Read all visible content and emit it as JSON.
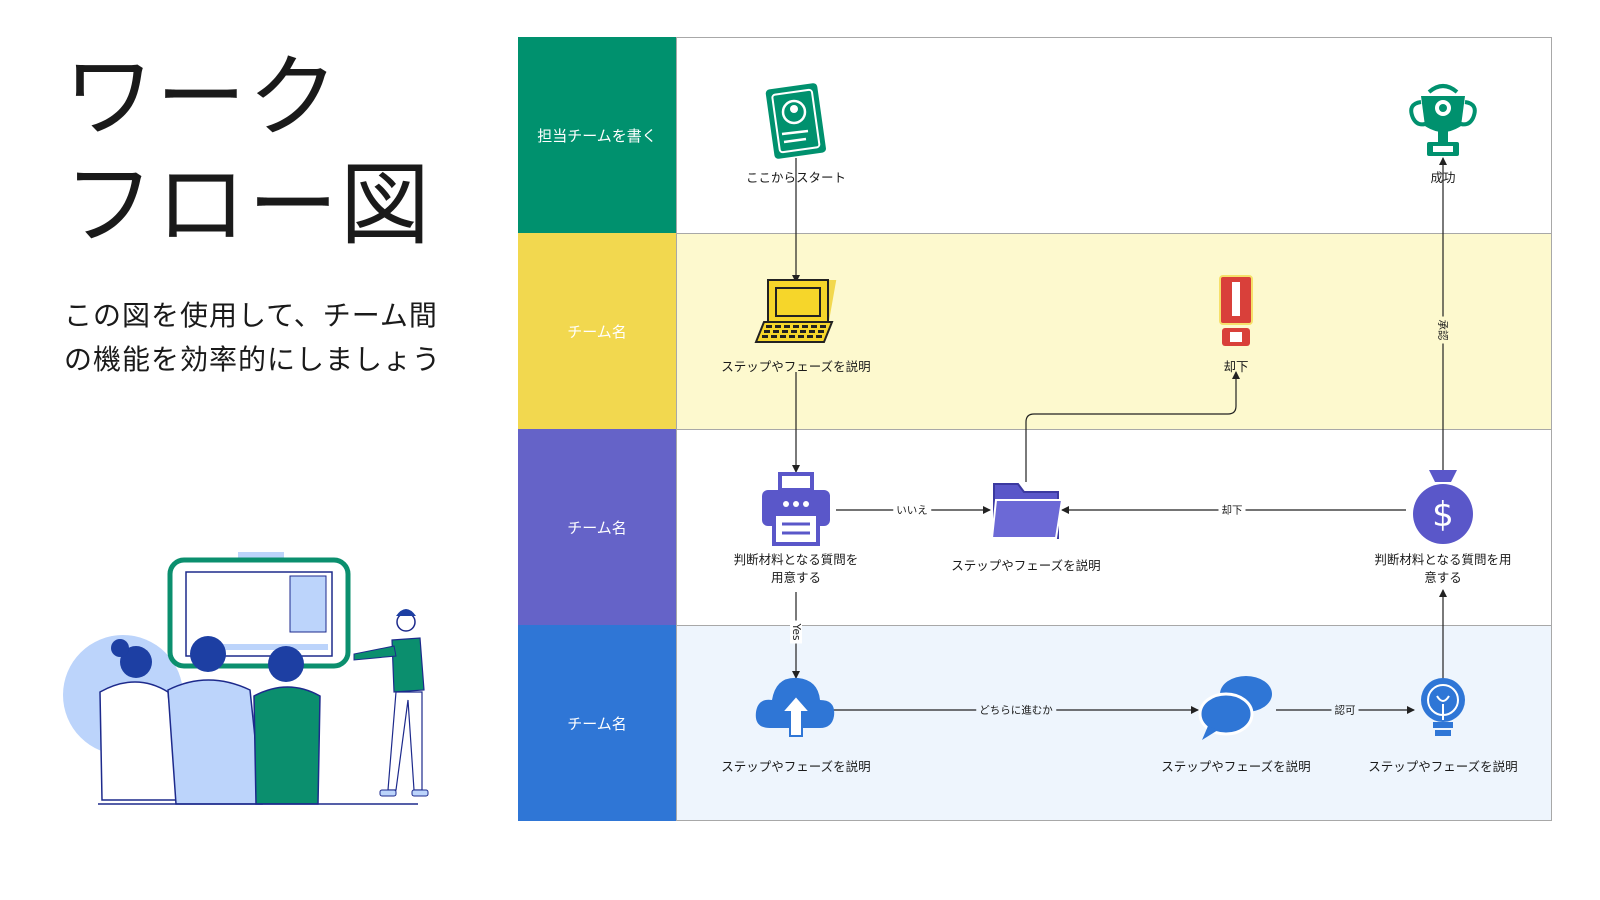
{
  "title": {
    "line1": "ワーク",
    "line2": "フロー図"
  },
  "subtitle": {
    "line1": "この図を使用して、チーム間",
    "line2": "の機能を効率的にしましょう"
  },
  "colors": {
    "green": "#00916e",
    "yellow": "#f2d84f",
    "purple": "#6563c8",
    "blue": "#2f76d6",
    "yellow_bg": "#fdf9ce",
    "blue_bg": "#eef5fd",
    "red": "#d9403a",
    "icon_purple": "#5a57c9",
    "icon_blue": "#2f76d6"
  },
  "lanes": [
    {
      "label": "担当チームを書く",
      "color": "#00916e",
      "bg": "#ffffff"
    },
    {
      "label": "チーム名",
      "color": "#f2d84f",
      "bg": "#fdf9ce"
    },
    {
      "label": "チーム名",
      "color": "#6563c8",
      "bg": "#ffffff"
    },
    {
      "label": "チーム名",
      "color": "#2f76d6",
      "bg": "#eef5fd"
    }
  ],
  "nodes": [
    {
      "id": "start",
      "icon": "id-card-icon",
      "label": "ここからスタート"
    },
    {
      "id": "success",
      "icon": "trophy-icon",
      "label": "成功"
    },
    {
      "id": "laptop",
      "icon": "laptop-icon",
      "label": "ステップやフェーズを説明"
    },
    {
      "id": "reject",
      "icon": "exclamation-icon",
      "label": "却下"
    },
    {
      "id": "printer",
      "icon": "printer-icon",
      "label": "判断材料となる質問を\n用意する"
    },
    {
      "id": "folder",
      "icon": "folder-icon",
      "label": "ステップやフェーズを説明"
    },
    {
      "id": "moneybag",
      "icon": "money-bag-icon",
      "label": "判断材料となる質問を用\n意する"
    },
    {
      "id": "cloud",
      "icon": "cloud-upload-icon",
      "label": "ステップやフェーズを説明"
    },
    {
      "id": "chat",
      "icon": "chat-bubbles-icon",
      "label": "ステップやフェーズを説明"
    },
    {
      "id": "bulb",
      "icon": "lightbulb-icon",
      "label": "ステップやフェーズを説明"
    }
  ],
  "edges": [
    {
      "from": "start",
      "to": "laptop",
      "label": ""
    },
    {
      "from": "laptop",
      "to": "printer",
      "label": ""
    },
    {
      "from": "printer",
      "to": "folder",
      "label": "いいえ"
    },
    {
      "from": "printer",
      "to": "cloud",
      "label": "Yes"
    },
    {
      "from": "folder",
      "to": "reject",
      "label": ""
    },
    {
      "from": "moneybag",
      "to": "folder",
      "label": "却下"
    },
    {
      "from": "cloud",
      "to": "chat",
      "label": "どちらに進むか"
    },
    {
      "from": "chat",
      "to": "bulb",
      "label": "認可"
    },
    {
      "from": "bulb",
      "to": "moneybag",
      "label": ""
    },
    {
      "from": "moneybag",
      "to": "success",
      "label": "承認"
    }
  ]
}
